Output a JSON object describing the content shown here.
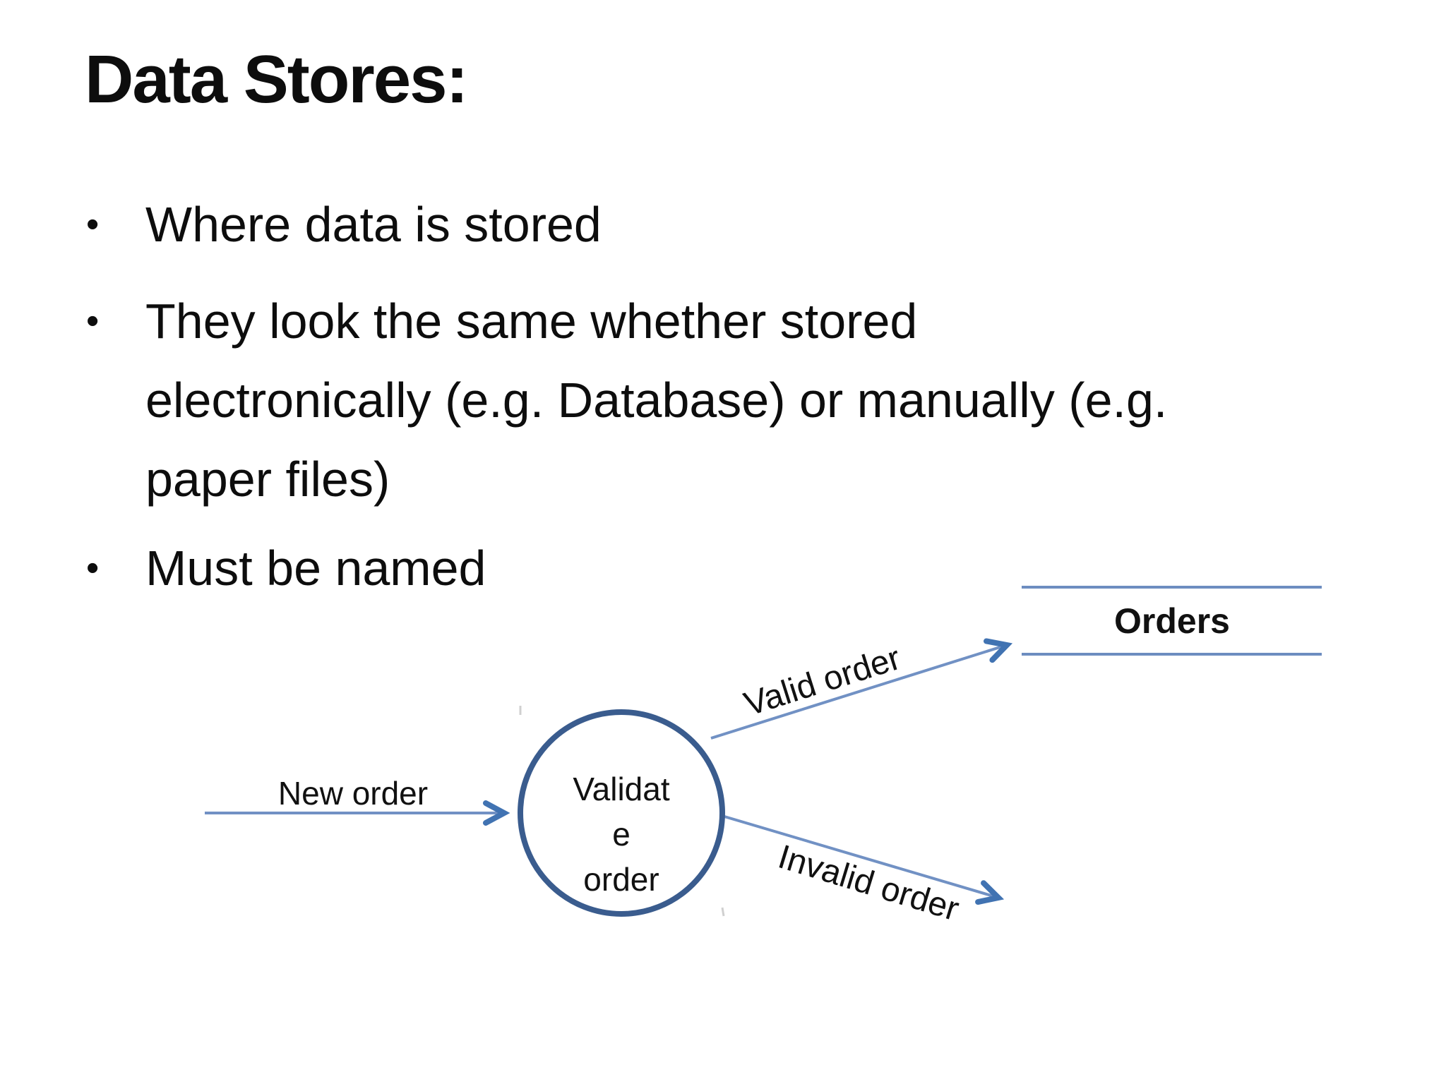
{
  "slide": {
    "title": "Data Stores:",
    "bullet_char": "•",
    "bullets": [
      {
        "lines": [
          "Where data is stored"
        ]
      },
      {
        "lines": [
          "They look the same whether stored",
          "electronically (e.g. Database) or manually (e.g.",
          "paper files)"
        ]
      },
      {
        "lines": [
          "Must be named"
        ]
      }
    ]
  },
  "diagram": {
    "process": {
      "lines": [
        "Validat",
        "e",
        "order"
      ]
    },
    "flows": {
      "new_order": "New order",
      "valid_order": "Valid order",
      "invalid_order": "Invalid order"
    },
    "data_store": {
      "name": "Orders"
    },
    "colors": {
      "circle_stroke": "#3a5c8e",
      "flow_line": "#7191c4",
      "arrowhead": "#4173b2",
      "store_line": "#6d8dc0"
    }
  }
}
